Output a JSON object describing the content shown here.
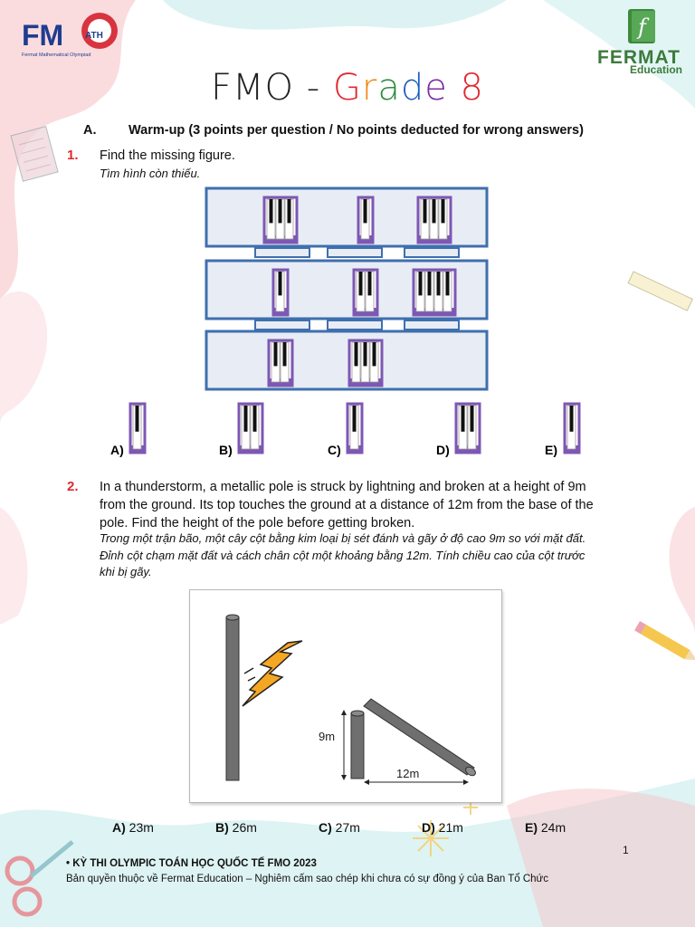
{
  "header": {
    "logo_left_text": "FM",
    "logo_left_sub": "ATH",
    "logo_left_caption": "Fermat Mathematical Olympiad",
    "logo_right_name": "FERMAT",
    "logo_right_sub": "Education",
    "logo_right_glyph": "f"
  },
  "title": {
    "prefix": "FMO - ",
    "grade_letters": [
      "G",
      "r",
      "a",
      "d",
      "e"
    ],
    "grade_colors": [
      "#e0282e",
      "#f08a1c",
      "#2e8b3d",
      "#1f5fbf",
      "#7b2fa6"
    ],
    "number": "8",
    "number_color": "#e0282e"
  },
  "section": {
    "letter": "A.",
    "text": "Warm-up (3 points per question / No points deducted for wrong answers)"
  },
  "q1": {
    "number": "1.",
    "text": "Find the missing figure.",
    "vi": "Tìm hình còn thiếu.",
    "grid_rows": [
      [
        3,
        1,
        3
      ],
      [
        1,
        2,
        4
      ],
      [
        2,
        3
      ]
    ],
    "options": [
      {
        "label": "A)",
        "keys": 1
      },
      {
        "label": "B)",
        "keys": 2
      },
      {
        "label": "C)",
        "keys": 1
      },
      {
        "label": "D)",
        "keys": 2
      },
      {
        "label": "E)",
        "keys": 1
      }
    ]
  },
  "q2": {
    "number": "2.",
    "line1": "In a thunderstorm, a metallic pole is struck by lightning and broken at a height of 9m",
    "line2": "from the ground. Its top touches the ground at a distance of 12m from the base of the",
    "line3": "pole. Find the height of the pole before getting broken.",
    "vi1": "Trong một trận bão, một cây cột bằng kim loại bị sét đánh và gãy ở độ cao 9m so với mặt đất.",
    "vi2": "Đỉnh cột chạm mặt đất và cách chân cột một khoảng bằng 12m. Tính chiều cao của cột trước",
    "vi3": "khi bị gãy.",
    "label_height": "9m",
    "label_distance": "12m",
    "answers": [
      {
        "label": "A)",
        "value": "23m"
      },
      {
        "label": "B)",
        "value": "26m"
      },
      {
        "label": "C)",
        "value": "27m"
      },
      {
        "label": "D)",
        "value": "21m"
      },
      {
        "label": "E)",
        "value": "24m"
      }
    ]
  },
  "footer": {
    "line1": "KỲ THI OLYMPIC TOÁN HỌC QUỐC TẾ FMO 2023",
    "line2": "Bản quyền thuộc về Fermat Education – Nghiêm cấm sao chép khi chưa có sự đồng ý của Ban Tổ Chức",
    "page": "1"
  },
  "colors": {
    "accent_red": "#e0282e",
    "piano_frame": "#7e57b4",
    "panel_border": "#3f6fae",
    "panel_fill": "#e8edf5",
    "fermat_green": "#3c7b3c"
  }
}
